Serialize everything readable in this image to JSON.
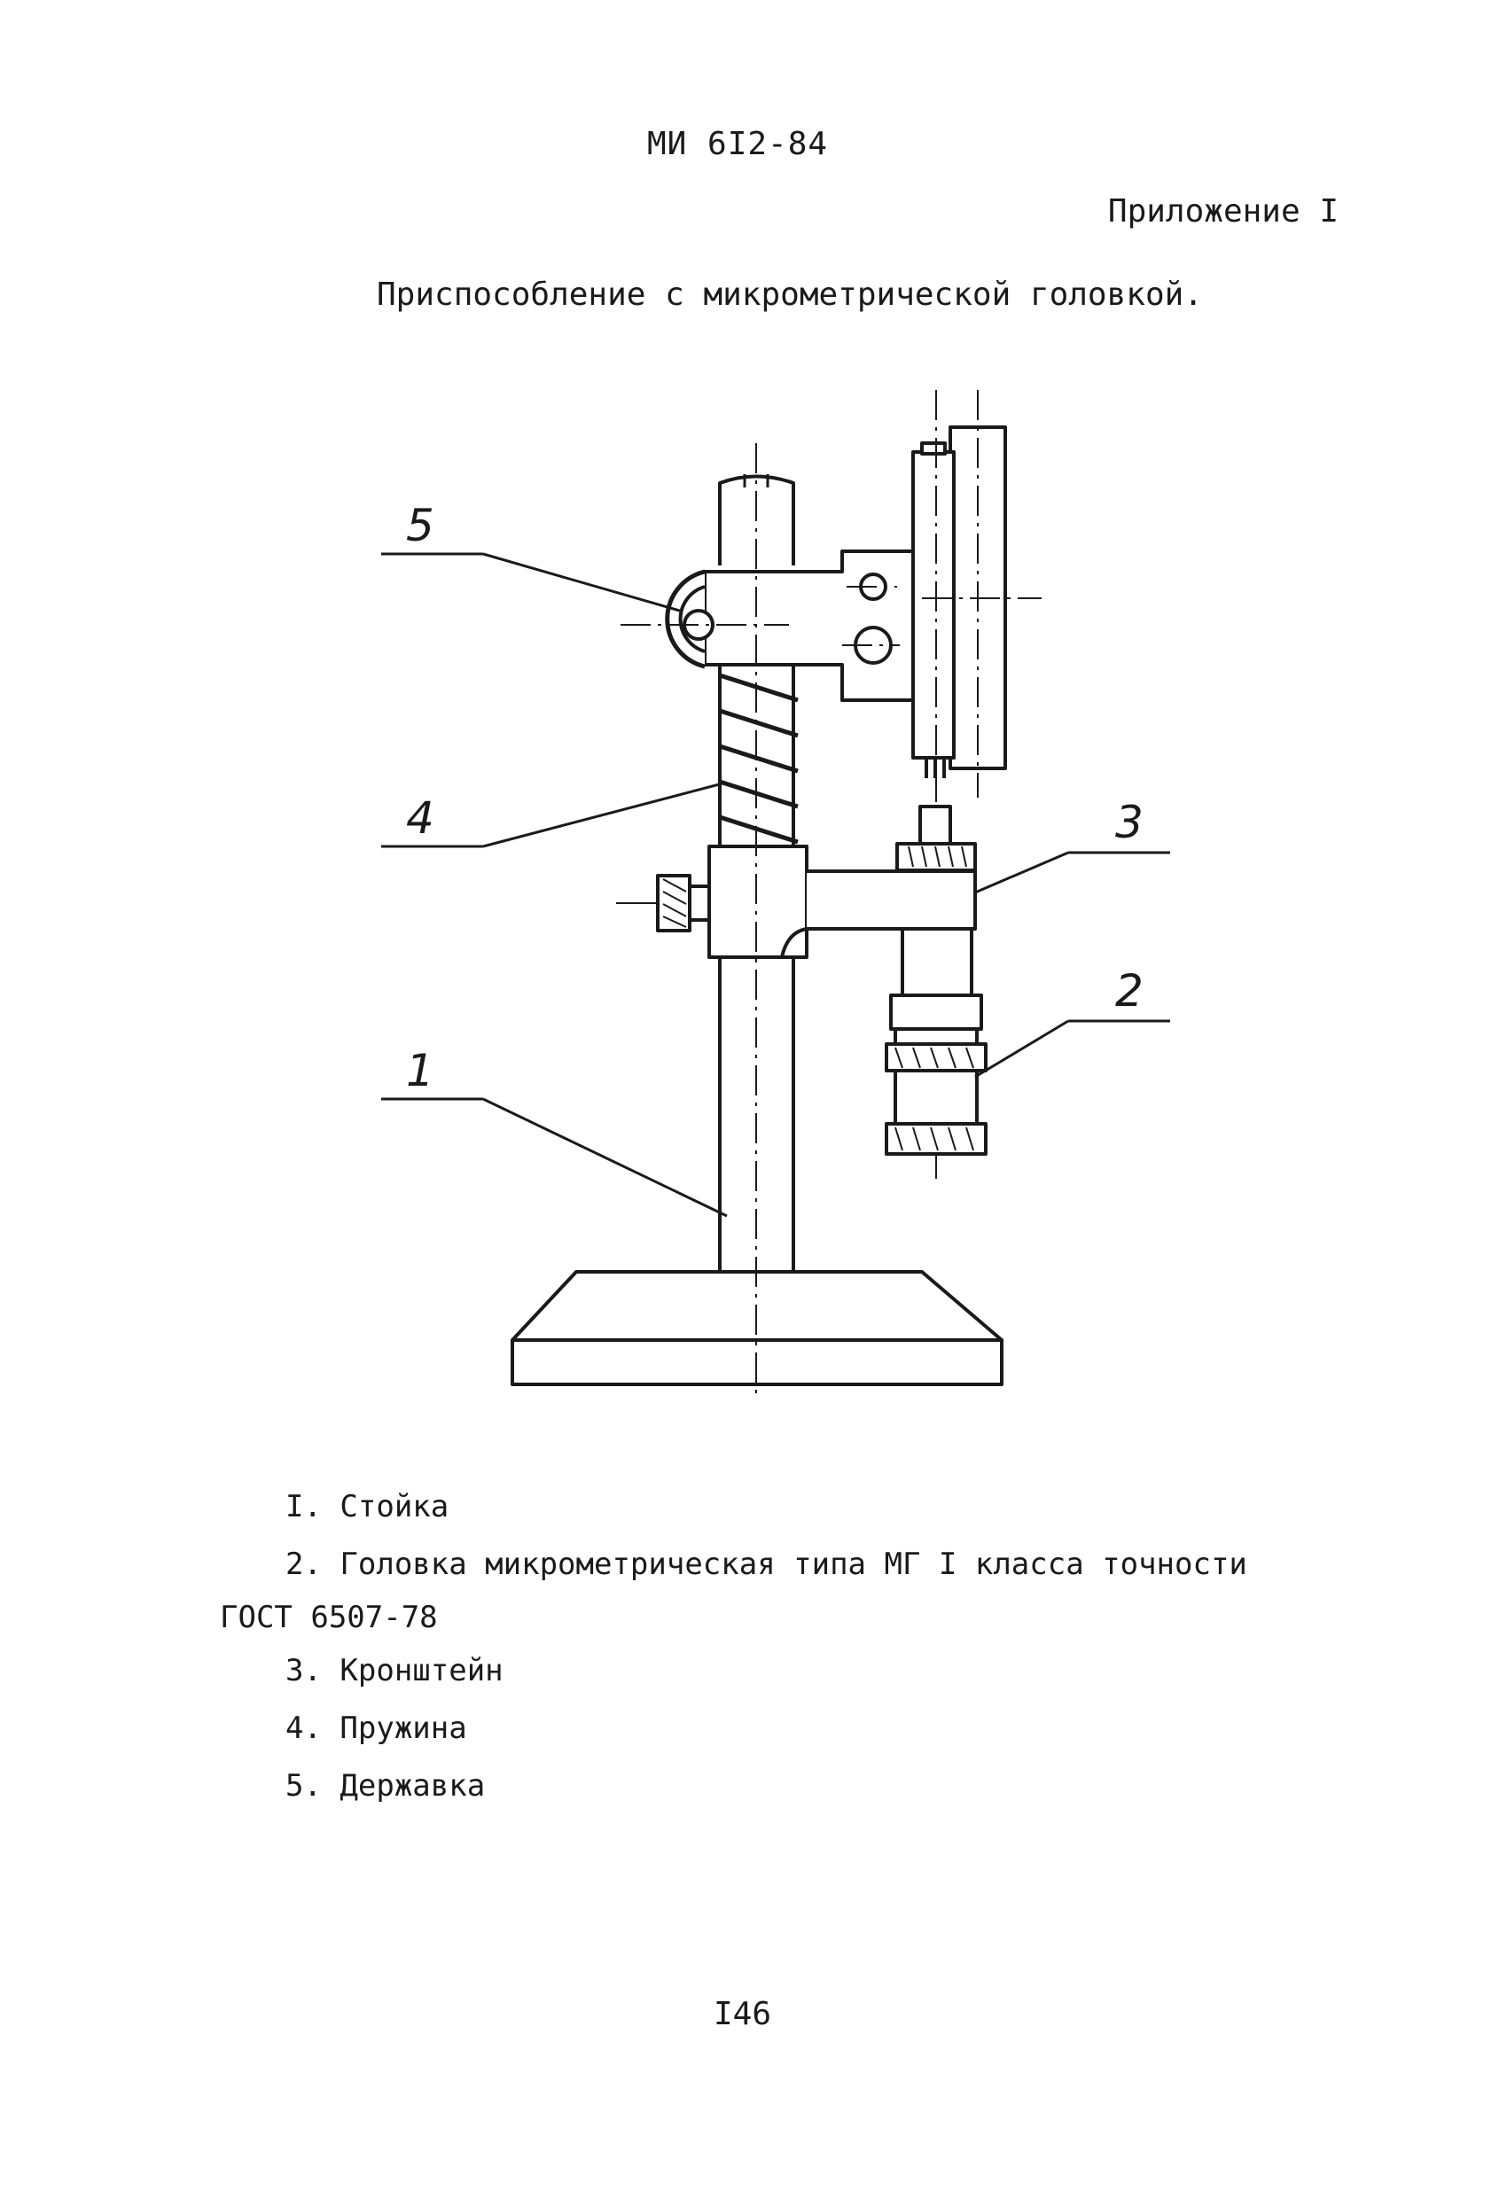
{
  "header": {
    "doc_code": "МИ 6I2-84",
    "appendix": "Приложение I"
  },
  "title": "Приспособление с микрометрической головкой.",
  "drawing": {
    "callouts": [
      "1",
      "2",
      "3",
      "4",
      "5"
    ]
  },
  "legend": {
    "items": [
      "I. Стойка",
      "2. Головка микрометрическая типа МГ I класса точности",
      "ГОСТ 6507-78",
      "3. Кронштейн",
      "4. Пружина",
      "5. Державка"
    ]
  },
  "footer": {
    "page_number": "I46"
  }
}
